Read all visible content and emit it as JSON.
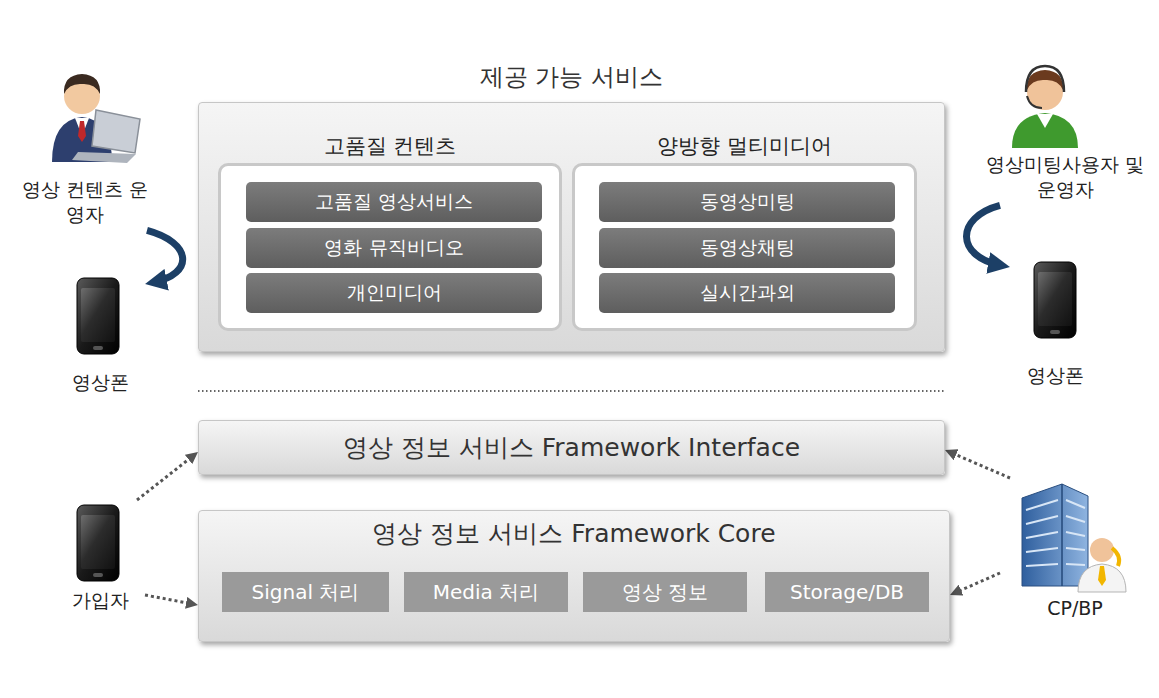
{
  "diagram": {
    "nodes": [
      {
        "text": [
          "제공 가능 서비스"
        ]
      },
      {
        "text": [
          "고품질 컨텐츠"
        ],
        "in": 0
      },
      {
        "text": [
          "고품질 영상서비스"
        ],
        "in": 1
      },
      {
        "text": [
          "영화 뮤직비디오"
        ],
        "in": 1
      },
      {
        "text": [
          "개인미디어"
        ],
        "in": 1
      },
      {
        "text": [
          "양방향 멀티미디어"
        ],
        "in": 0
      },
      {
        "text": [
          "동영상미팅"
        ],
        "in": 5
      },
      {
        "text": [
          "동영상채팅"
        ],
        "in": 5
      },
      {
        "text": [
          "실시간과외"
        ],
        "in": 5
      },
      {
        "text": [
          "영상 정보 서비스 Framework Interface"
        ]
      },
      {
        "text": [
          "영상 정보 서비스 Framework Core"
        ]
      },
      {
        "text": [
          "Signal 처리"
        ],
        "in": 10
      },
      {
        "text": [
          "Media 처리"
        ],
        "in": 10
      },
      {
        "text": [
          "영상 정보"
        ],
        "in": 10
      },
      {
        "text": [
          "Storage/DB"
        ],
        "in": 10
      },
      {
        "text": [
          "영상 컨텐츠 운영자"
        ]
      },
      {
        "text": [
          "영상폰"
        ]
      },
      {
        "text": [
          "영상미팅사용자 및 운영자"
        ]
      },
      {
        "text": [
          "영상폰"
        ]
      },
      {
        "text": [
          "가입자"
        ]
      },
      {
        "text": [
          "CP/BP"
        ]
      }
    ],
    "edges": [
      {
        "from": 15,
        "to": 16,
        "arrow": "to"
      },
      {
        "from": 17,
        "to": 18,
        "arrow": "to"
      },
      {
        "from": 19,
        "to": 9,
        "arrow": "to"
      },
      {
        "from": 19,
        "to": 10,
        "arrow": "to"
      },
      {
        "from": 20,
        "to": 9,
        "arrow": "to"
      },
      {
        "from": 20,
        "to": 10,
        "arrow": "to"
      }
    ]
  }
}
